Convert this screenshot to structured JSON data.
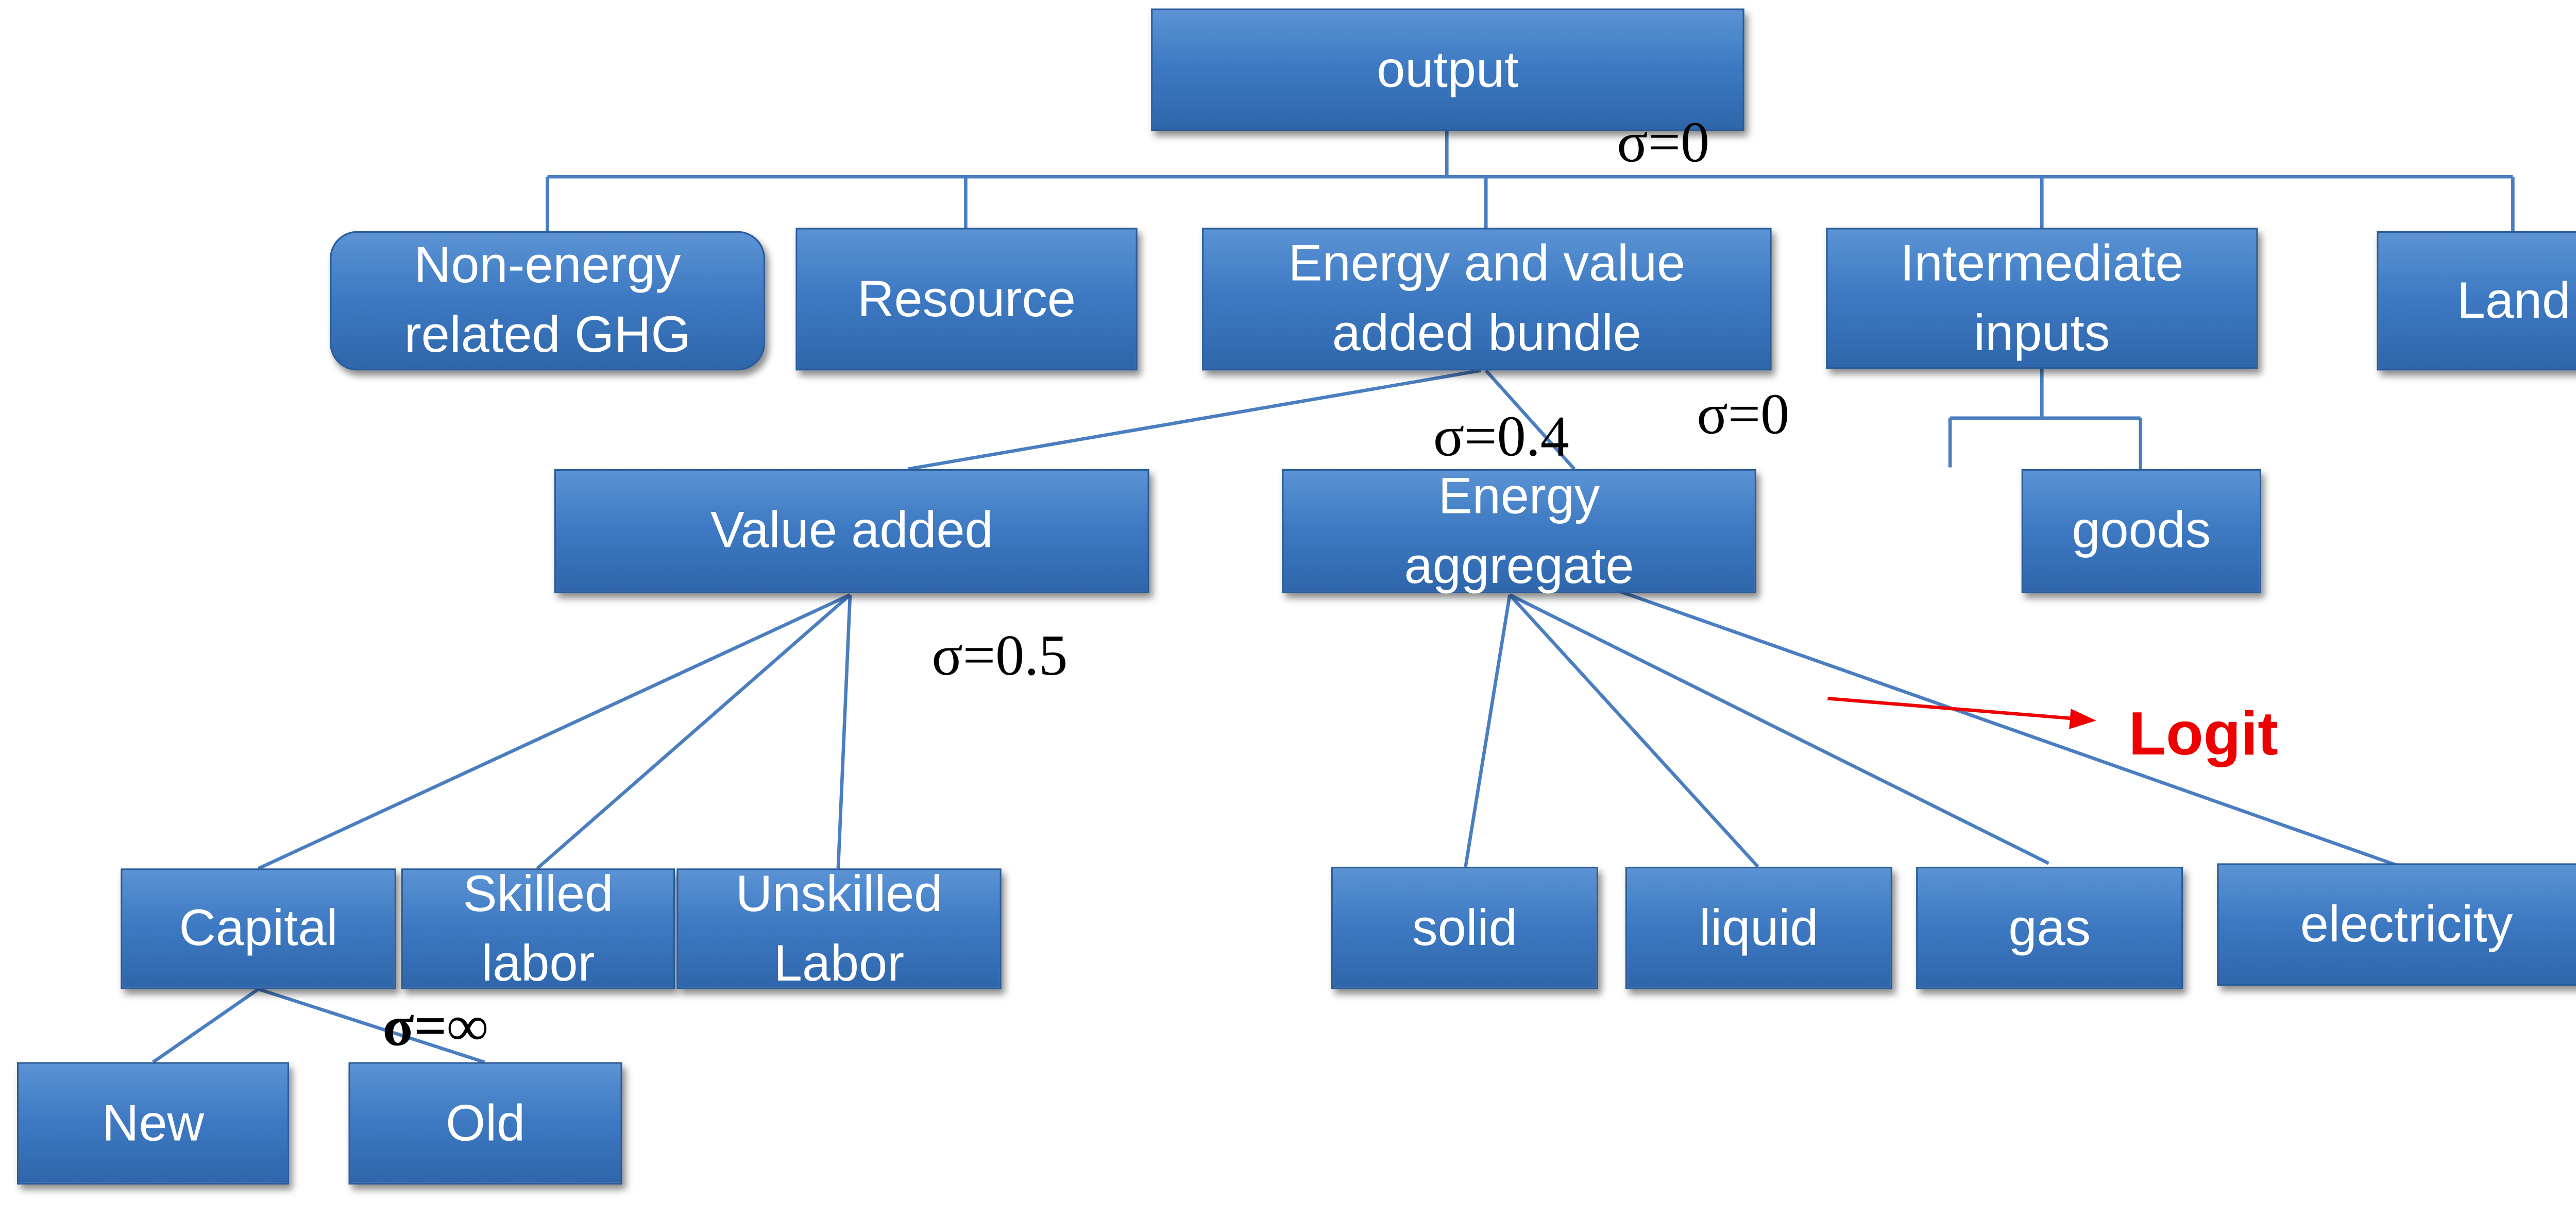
{
  "nodes": {
    "output": "output",
    "non_energy_ghg": "Non-energy\nrelated GHG",
    "resource": "Resource",
    "energy_value_added_bundle": "Energy and value\nadded bundle",
    "intermediate_inputs": "Intermediate\ninputs",
    "land": "Land",
    "value_added": "Value added",
    "energy_aggregate": "Energy\naggregate",
    "goods": "goods",
    "capital": "Capital",
    "skilled_labor": "Skilled\nlabor",
    "unskilled_labor": "Unskilled\nLabor",
    "solid": "solid",
    "liquid": "liquid",
    "gas": "gas",
    "electricity": "electricity",
    "new": "New",
    "old": "Old"
  },
  "elasticities": {
    "output": "σ=0",
    "energy_value_added": "σ=0.4",
    "intermediate": "σ=0",
    "value_added": "σ=0.5",
    "capital_vintage": "σ=∞"
  },
  "annotation": {
    "logit": "Logit"
  },
  "colors": {
    "box_fill": "#3d79c2",
    "line": "#4a7ec0",
    "logit": "#ee0000"
  }
}
